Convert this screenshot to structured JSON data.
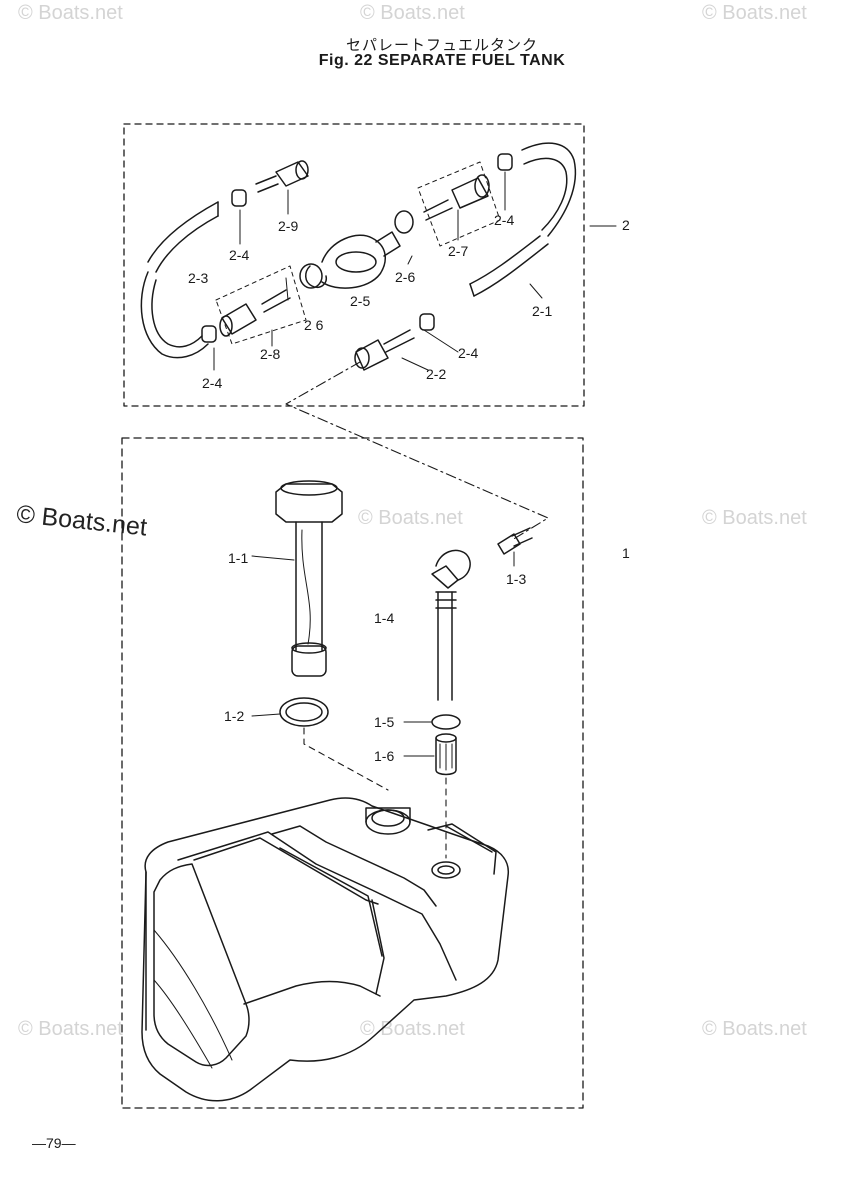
{
  "title_jp": "セパレートフュエルタンク",
  "title_en": "Fig. 22   SEPARATE FUEL TANK",
  "watermark": "© Boats.net",
  "page_number": "—79—",
  "labels": {
    "l2": "2",
    "l2_9": "2-9",
    "l2_4a": "2-4",
    "l2_4b": "2-4",
    "l2_4c": "2-4",
    "l2_4d": "2-4",
    "l2_7": "2-7",
    "l2_3": "2-3",
    "l2_6a": "2-6",
    "l2_6b": "2 6",
    "l2_5": "2-5",
    "l2_1": "2-1",
    "l2_8": "2-8",
    "l2_2": "2-2",
    "l1": "1",
    "l1_1": "1-1",
    "l1_2": "1-2",
    "l1_3": "1-3",
    "l1_4": "1-4",
    "l1_5": "1-5",
    "l1_6": "1-6"
  }
}
